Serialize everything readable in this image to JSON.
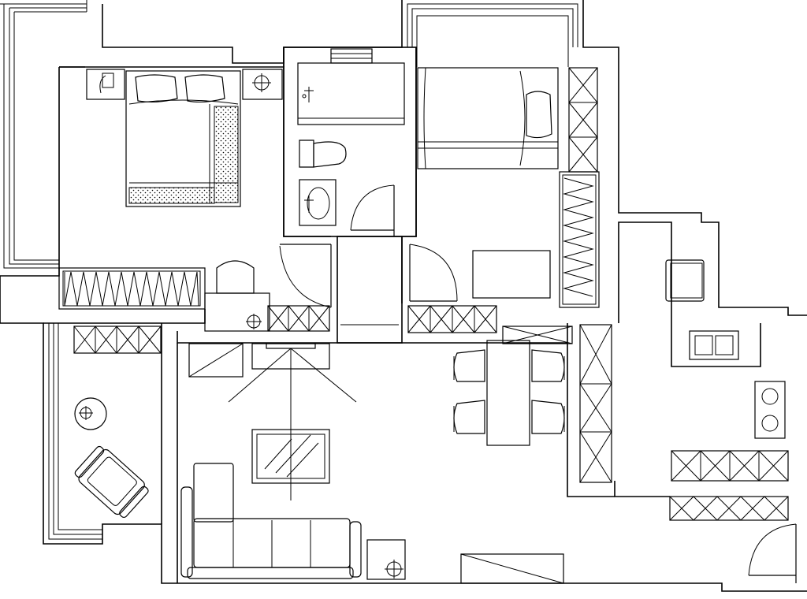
{
  "drawing": {
    "background": "#ffffff",
    "line_color": "#000000",
    "rooms": [
      "master-bedroom",
      "bathroom",
      "second-bedroom",
      "living-room",
      "dining-area",
      "kitchen",
      "balcony-west",
      "balcony-north",
      "entrance"
    ]
  }
}
